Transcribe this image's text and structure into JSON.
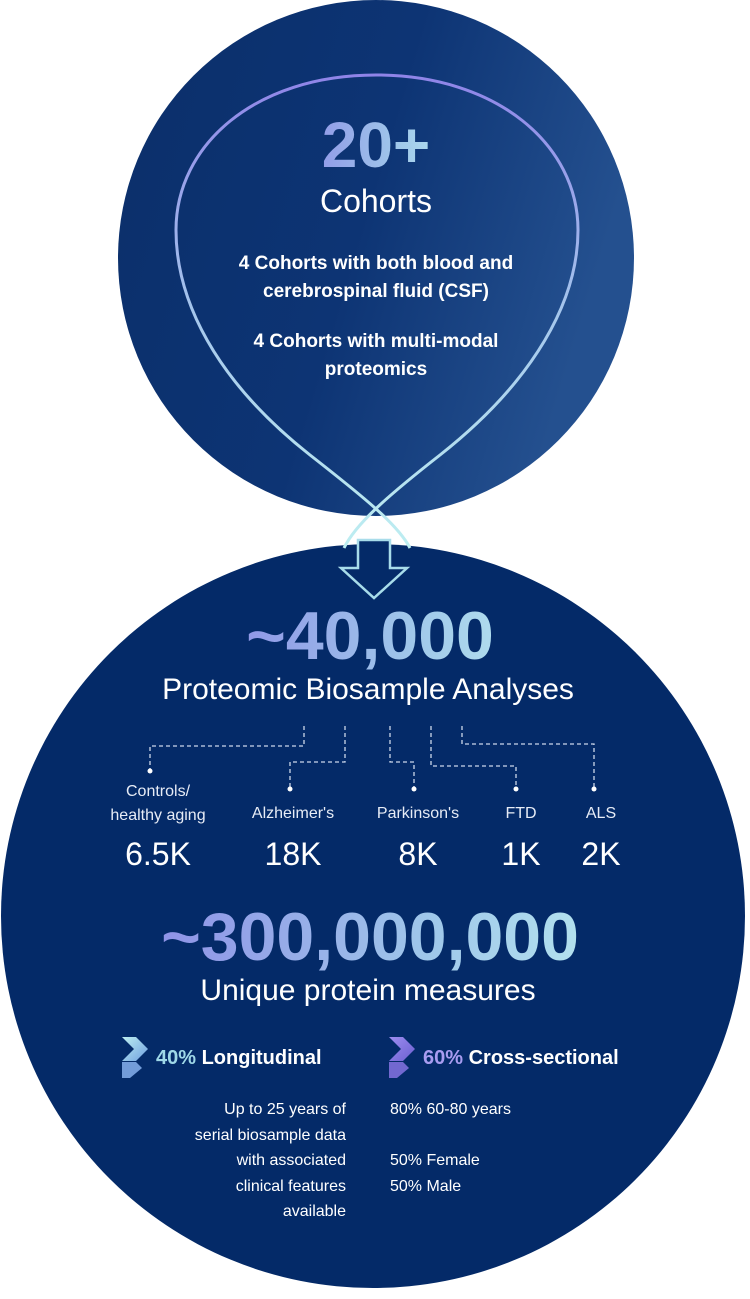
{
  "top": {
    "number": "20+",
    "label": "Cohorts",
    "line1": "4 Cohorts with both blood and cerebrospinal fluid (CSF)",
    "line2": "4 Cohorts with multi-modal proteomics"
  },
  "analyses": {
    "number": "~40,000",
    "label": "Proteomic Biosample Analyses",
    "categories": [
      {
        "label": "Controls/ healthy aging",
        "value": "6.5K"
      },
      {
        "label": "Alzheimer's",
        "value": "18K"
      },
      {
        "label": "Parkinson's",
        "value": "8K"
      },
      {
        "label": "FTD",
        "value": "1K"
      },
      {
        "label": "ALS",
        "value": "2K"
      }
    ]
  },
  "measures": {
    "number": "~300,000,000",
    "label": "Unique protein measures"
  },
  "longitudinal": {
    "pct": "40%",
    "title": "Longitudinal",
    "lines": [
      "Up to 25 years of",
      "serial biosample data",
      "with associated",
      "clinical features",
      "available"
    ]
  },
  "cross": {
    "pct": "60%",
    "title": "Cross-sectional",
    "lines": [
      "80% 60-80 years",
      "",
      "50% Female",
      "50% Male"
    ]
  },
  "colors": {
    "navy": "#042a68",
    "lavender": "#8a83e6",
    "cyan": "#bdeef1"
  },
  "icons": [
    "chevron-cyan-icon",
    "chevron-lavender-icon",
    "down-arrow-icon"
  ]
}
